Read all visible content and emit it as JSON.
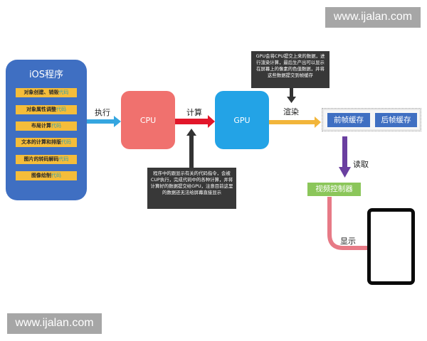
{
  "watermarks": {
    "top": "www.ijalan.com",
    "bottom": "www.ijalan.com"
  },
  "ios_panel": {
    "title": "iOS程序",
    "items": [
      {
        "text": "对象创建、销毁",
        "suffix": "代码"
      },
      {
        "text": "对象属性调整",
        "suffix": "代码"
      },
      {
        "text": "布局计算",
        "suffix": "代码"
      },
      {
        "text": "文本的计算和排版",
        "suffix": "代码"
      },
      {
        "text": "图片的转码解码",
        "suffix": "代码"
      },
      {
        "text": "图像绘制",
        "suffix": "代码"
      }
    ]
  },
  "blocks": {
    "cpu": "CPU",
    "gpu": "GPU",
    "frame_buffers": [
      "前帧缓存",
      "后帧缓存"
    ],
    "video_controller": "视频控制器"
  },
  "edge_labels": {
    "execute": "执行",
    "compute": "计算",
    "render": "渲染",
    "read": "读取",
    "display": "显示"
  },
  "notes": {
    "gpu_note": "GPU会将CPU提交上来的数据，进行渲染计算，最后生产出可以显示在屏幕上的像素的色值数据，并将这些数据提交到帧缓存",
    "cpu_note": "程序中的跟显示有关的代码指令，会被CUP执行，完成代码中的各种计算，并将计算好的数据提交给GPU，注意目前这里的数据还无法给屏幕直接显示"
  },
  "colors": {
    "ios_panel": "#3f6fc2",
    "ios_item": "#f5bd3a",
    "code_text": "#3aa1a8",
    "cpu": "#f0716e",
    "gpu": "#23a3e6",
    "arrow_execute": "#35a6e0",
    "arrow_compute": "#e2162a",
    "arrow_render": "#f2b53a",
    "arrow_read": "#6a3fa0",
    "arrow_display": "#e77a86",
    "video_controller": "#8bc65a",
    "note_bg": "#383838"
  }
}
